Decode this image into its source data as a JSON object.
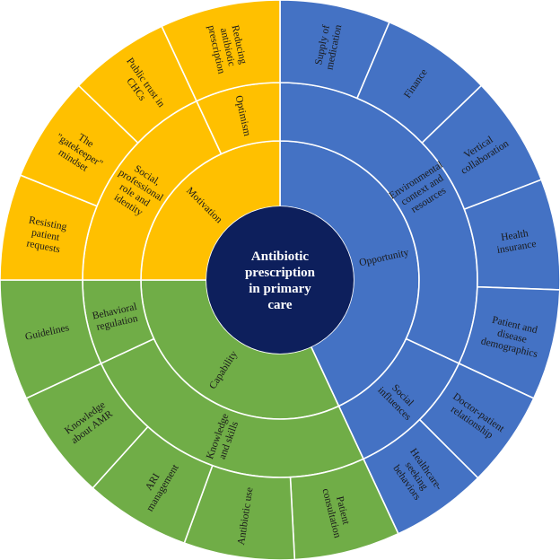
{
  "center": {
    "title": "Antibiotic prescription in primary care",
    "lines": [
      "Antibiotic",
      "prescription",
      "in primary",
      "care"
    ],
    "color": "#0d1f5c"
  },
  "domains": [
    {
      "name": "Opportunity",
      "color": "#4472c4",
      "start": 0,
      "end": 155,
      "lines": [
        "Opportunity"
      ],
      "subs": [
        {
          "name": "Environmental context and resources",
          "lines": [
            "Environmental",
            "context and",
            "resources"
          ],
          "start": 0,
          "end": 115,
          "leaves": [
            {
              "name": "Supply of medication",
              "lines": [
                "Supply of",
                "medication"
              ],
              "start": 0,
              "end": 23
            },
            {
              "name": "Finance",
              "lines": [
                "Finance"
              ],
              "start": 23,
              "end": 46
            },
            {
              "name": "Vertical collaboration",
              "lines": [
                "Vertical",
                "collaboration"
              ],
              "start": 46,
              "end": 69
            },
            {
              "name": "Health insurance",
              "lines": [
                "Health",
                "insurance"
              ],
              "start": 69,
              "end": 92
            },
            {
              "name": "Patient and disease demographics",
              "lines": [
                "Patient and",
                "disease",
                "demographics"
              ],
              "start": 92,
              "end": 115
            }
          ]
        },
        {
          "name": "Social influences",
          "lines": [
            "Social",
            "influences"
          ],
          "start": 115,
          "end": 155,
          "leaves": [
            {
              "name": "Doctor-patient relationship",
              "lines": [
                "Doctor-patient",
                "relationship"
              ],
              "start": 115,
              "end": 135
            },
            {
              "name": "Healthcare-seeking behaviors",
              "lines": [
                "Healthcare-",
                "seeking",
                "behaviors"
              ],
              "start": 135,
              "end": 155
            }
          ]
        }
      ]
    },
    {
      "name": "Capability",
      "color": "#70ad47",
      "start": 155,
      "end": 270,
      "lines": [
        "Capability"
      ],
      "subs": [
        {
          "name": "Knowledge and skills",
          "lines": [
            "Knowledge",
            "and skills"
          ],
          "start": 155,
          "end": 245,
          "leaves": [
            {
              "name": "Patient consultation",
              "lines": [
                "Patient",
                "consultation"
              ],
              "start": 155,
              "end": 177
            },
            {
              "name": "Antibiotic use",
              "lines": [
                "Antibiotic use"
              ],
              "start": 177,
              "end": 200
            },
            {
              "name": "ARI management",
              "lines": [
                "ARI",
                "management"
              ],
              "start": 200,
              "end": 222
            },
            {
              "name": "Knowledge about AMR",
              "lines": [
                "Knowledge",
                "about AMR"
              ],
              "start": 222,
              "end": 245
            }
          ]
        },
        {
          "name": "Behavioral regulation",
          "lines": [
            "Behavioral",
            "regulation"
          ],
          "start": 245,
          "end": 270,
          "leaves": [
            {
              "name": "Guidelines",
              "lines": [
                "Guidelines"
              ],
              "start": 245,
              "end": 270
            }
          ]
        }
      ]
    },
    {
      "name": "Motivation",
      "color": "#ffc000",
      "start": 270,
      "end": 360,
      "lines": [
        "Motivation"
      ],
      "subs": [
        {
          "name": "Social, professional role and identity",
          "lines": [
            "Social,",
            "professional",
            "role and",
            "identity"
          ],
          "start": 270,
          "end": 335,
          "leaves": [
            {
              "name": "Resisting patient requests",
              "lines": [
                "Resisting",
                "patient",
                "requests"
              ],
              "start": 270,
              "end": 292
            },
            {
              "name": "The \"gatekeeper\" mindset",
              "lines": [
                "The",
                "\"gatekeeper\"",
                "mindset"
              ],
              "start": 292,
              "end": 314
            },
            {
              "name": "Public trust in CHCs",
              "lines": [
                "Public trust in",
                "CHCs"
              ],
              "start": 314,
              "end": 335
            }
          ]
        },
        {
          "name": "Optimism",
          "lines": [
            "Optimism"
          ],
          "start": 335,
          "end": 360,
          "leaves": [
            {
              "name": "Reducing antibiotic prescription",
              "lines": [
                "Reducing",
                "antibiotic",
                "prescription"
              ],
              "start": 335,
              "end": 360
            }
          ]
        }
      ]
    }
  ]
}
